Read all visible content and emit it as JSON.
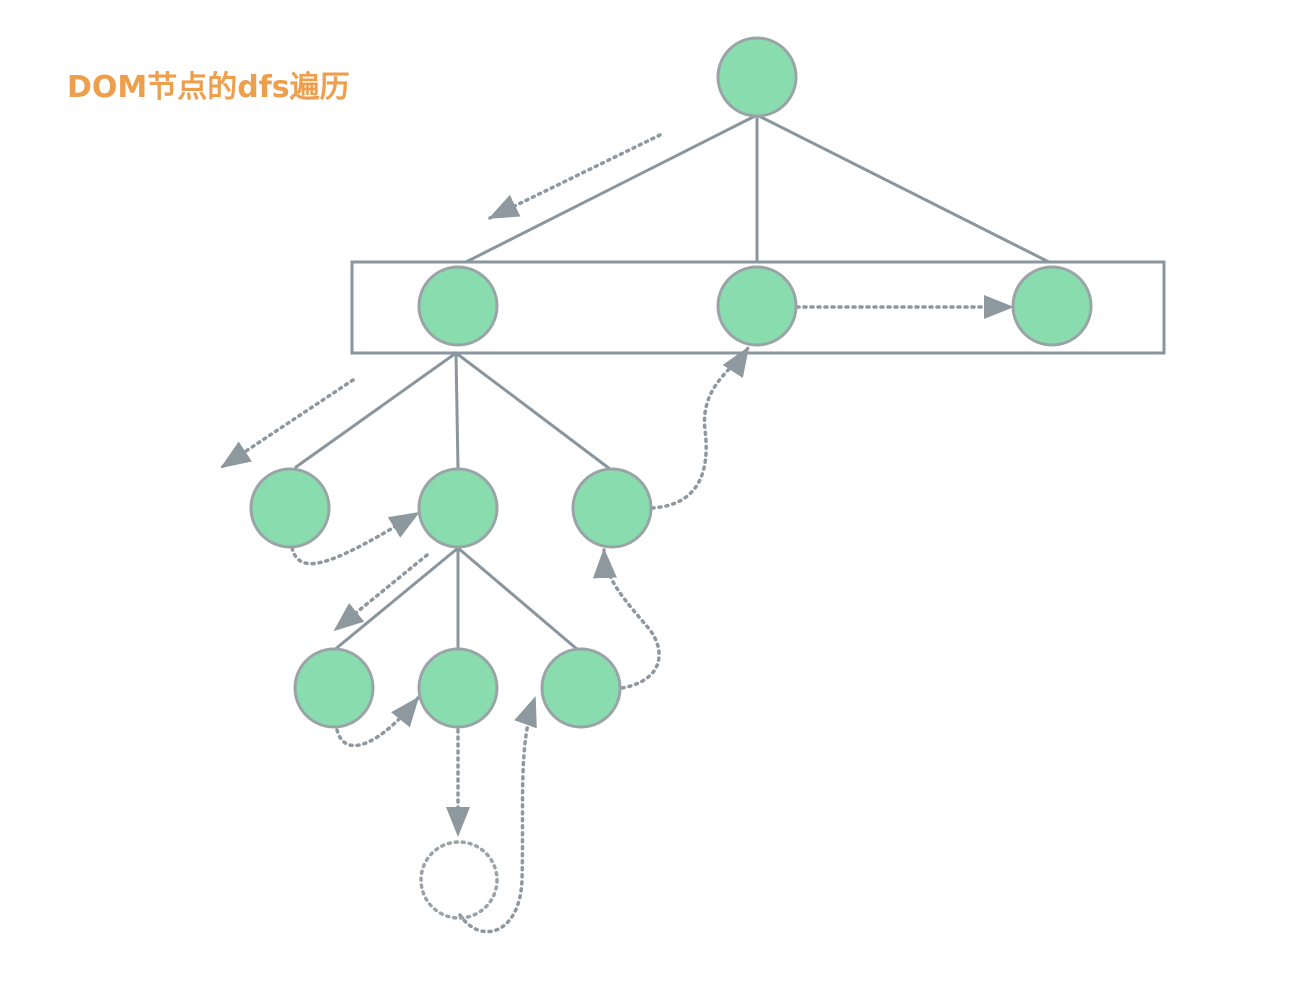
{
  "title": "DOM节点的dfs遍历",
  "colors": {
    "title": "#EE9F4E",
    "node_fill": "#88DCAE",
    "node_stroke": "#9AA3A8",
    "edge": "#8A969E",
    "arrow": "#8E989F",
    "box": "#8A969E",
    "background": "#FFFFFF"
  },
  "tree": {
    "root": "n0",
    "nodes": [
      {
        "id": "n0",
        "parent": null
      },
      {
        "id": "n1",
        "parent": "n0"
      },
      {
        "id": "n2",
        "parent": "n0"
      },
      {
        "id": "n3",
        "parent": "n0"
      },
      {
        "id": "n4",
        "parent": "n1"
      },
      {
        "id": "n5",
        "parent": "n1"
      },
      {
        "id": "n6",
        "parent": "n1"
      },
      {
        "id": "n7",
        "parent": "n5"
      },
      {
        "id": "n8",
        "parent": "n5"
      },
      {
        "id": "n9",
        "parent": "n5"
      },
      {
        "id": "null",
        "parent": "n8",
        "empty": true
      }
    ],
    "highlighted_level": [
      "n1",
      "n2",
      "n3"
    ],
    "traversal_arrows": [
      {
        "from": "n0",
        "to": "n1",
        "style": "dotted"
      },
      {
        "from": "n1",
        "to": "n4",
        "style": "dotted"
      },
      {
        "from": "n4",
        "to": "n5",
        "style": "dotted"
      },
      {
        "from": "n5",
        "to": "n7",
        "style": "dotted"
      },
      {
        "from": "n7",
        "to": "n8",
        "style": "dotted"
      },
      {
        "from": "n8",
        "to": "null",
        "style": "dotted"
      },
      {
        "from": "null",
        "to": "n9",
        "style": "dotted"
      },
      {
        "from": "n9",
        "to": "n6",
        "style": "dotted"
      },
      {
        "from": "n6",
        "to": "n2",
        "style": "dotted"
      },
      {
        "from": "n2",
        "to": "n3",
        "style": "dotted"
      }
    ]
  }
}
